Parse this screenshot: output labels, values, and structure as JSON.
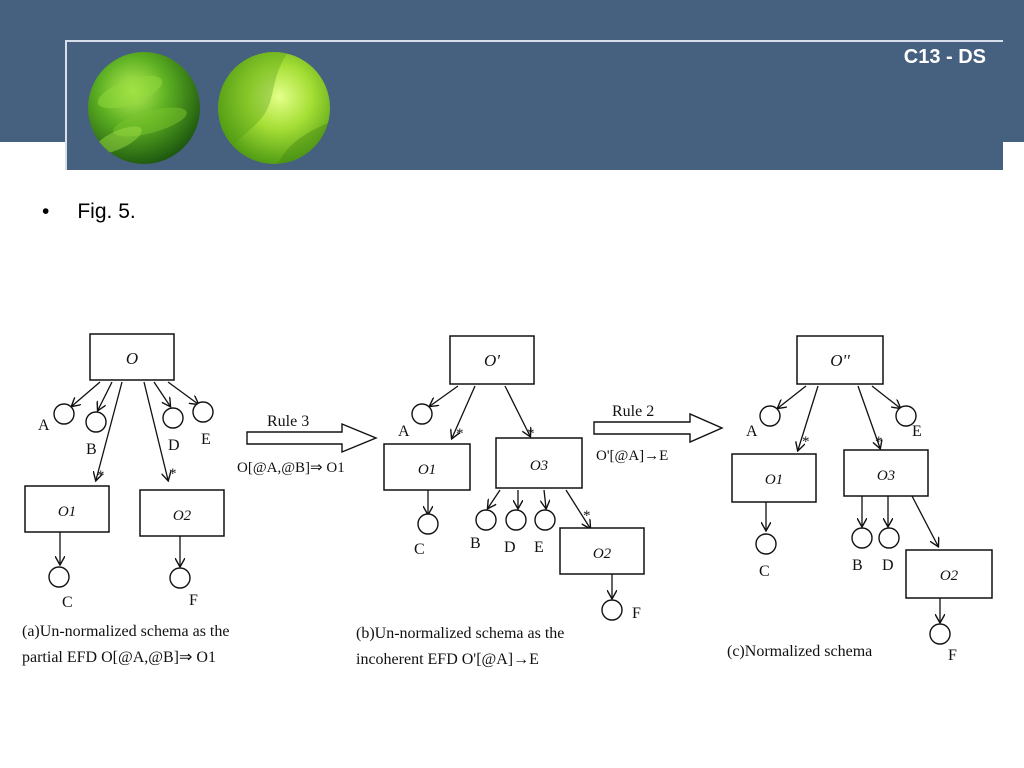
{
  "header": {
    "slide_code": "C13 - DS"
  },
  "bullet": {
    "marker": "•",
    "text": "Fig. 5."
  },
  "panel_a": {
    "root": "O",
    "attrs": [
      "A",
      "B",
      "D",
      "E"
    ],
    "children": [
      "O1",
      "O2"
    ],
    "child_leaves": [
      "C",
      "F"
    ],
    "star": "*",
    "caption_line1": "(a)Un-normalized schema as the",
    "caption_line2": "partial EFD O[@A,@B]⇒ O1"
  },
  "rule3": {
    "label": "Rule 3",
    "formula": "O[@A,@B]⇒ O1"
  },
  "panel_b": {
    "root": "O'",
    "attrs": [
      "A"
    ],
    "children": [
      "O1",
      "O3",
      "O2"
    ],
    "o1_leaf": "C",
    "o3_leaves": [
      "B",
      "D",
      "E"
    ],
    "o2_leaf": "F",
    "star": "*",
    "caption_line1": "(b)Un-normalized schema as the",
    "caption_line2": "incoherent EFD O'[@A]→E"
  },
  "rule2": {
    "label": "Rule 2",
    "formula": "O'[@A]→E"
  },
  "panel_c": {
    "root": "O''",
    "attrs": [
      "A",
      "E"
    ],
    "children": [
      "O1",
      "O3",
      "O2"
    ],
    "o1_leaf": "C",
    "o3_leaves": [
      "B",
      "D"
    ],
    "o2_leaf": "F",
    "star": "*",
    "caption": "(c)Normalized schema"
  }
}
